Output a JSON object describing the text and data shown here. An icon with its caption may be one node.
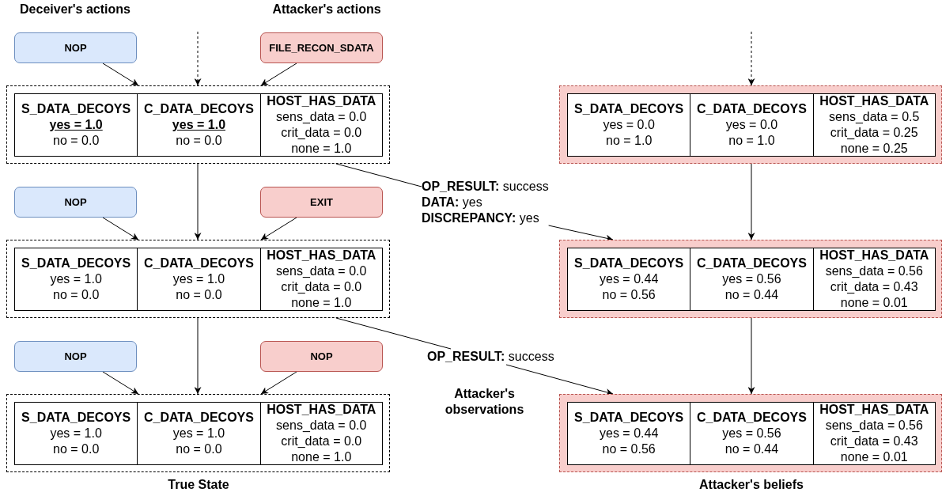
{
  "diagram": {
    "nodes": [
      {
        "text": [
          "NOP"
        ]
      },
      {
        "text": [
          "FILE_RECON_SDATA"
        ]
      },
      {
        "text": [],
        "shape": "box"
      },
      {
        "text": [
          "S_DATA_DECOYS",
          "yes = 1.0",
          "no = 0.0"
        ],
        "in": 2
      },
      {
        "text": [
          "C_DATA_DECOYS",
          "yes = 1.0",
          "no = 0.0"
        ],
        "in": 2
      },
      {
        "text": [
          "HOST_HAS_DATA",
          "sens_data = 0.0",
          "crit_data = 0.0",
          "none = 1.0"
        ],
        "in": 2
      },
      {
        "text": [],
        "shape": "box"
      },
      {
        "text": [
          "S_DATA_DECOYS",
          "yes = 0.0",
          "no = 1.0"
        ],
        "in": 6
      },
      {
        "text": [
          "C_DATA_DECOYS",
          "yes = 0.0",
          "no = 1.0"
        ],
        "in": 6
      },
      {
        "text": [
          "HOST_HAS_DATA",
          "sens_data = 0.5",
          "crit_data = 0.25",
          "none = 0.25"
        ],
        "in": 6
      },
      {
        "text": [
          "NOP"
        ]
      },
      {
        "text": [
          "EXIT"
        ]
      },
      {
        "text": [
          "**OP_RESULT:** success",
          "**DATA:** yes",
          "**DISCREPANCY:** yes"
        ]
      },
      {
        "text": [],
        "shape": "box"
      },
      {
        "text": [
          "S_DATA_DECOYS",
          "yes = 1.0",
          "no = 0.0"
        ],
        "in": 13
      },
      {
        "text": [
          "C_DATA_DECOYS",
          "yes = 1.0",
          "no = 0.0"
        ],
        "in": 13
      },
      {
        "text": [
          "HOST_HAS_DATA",
          "sens_data = 0.0",
          "crit_data = 0.0",
          "none = 1.0"
        ],
        "in": 13
      },
      {
        "text": [],
        "shape": "box"
      },
      {
        "text": [
          "S_DATA_DECOYS",
          "yes = 0.44",
          "no = 0.56"
        ],
        "in": 17
      },
      {
        "text": [
          "C_DATA_DECOYS",
          "yes = 0.56",
          "no = 0.44"
        ],
        "in": 17
      },
      {
        "text": [
          "HOST_HAS_DATA",
          "sens_data = 0.56",
          "crit_data = 0.43",
          "none = 0.01"
        ],
        "in": 17
      },
      {
        "text": [
          "NOP"
        ]
      },
      {
        "text": [
          "NOP"
        ]
      },
      {
        "text": [
          "**OP_RESULT:** success"
        ]
      },
      {
        "text": [],
        "shape": "box"
      },
      {
        "text": [
          "S_DATA_DECOYS",
          "yes = 1.0",
          "no = 0.0"
        ],
        "in": 24
      },
      {
        "text": [
          "C_DATA_DECOYS",
          "yes = 1.0",
          "no = 0.0"
        ],
        "in": 24
      },
      {
        "text": [
          "HOST_HAS_DATA",
          "sens_data = 0.0",
          "crit_data = 0.0",
          "none = 1.0"
        ],
        "in": 24
      },
      {
        "text": [],
        "shape": "box"
      },
      {
        "text": [
          "S_DATA_DECOYS",
          "yes = 0.44",
          "no = 0.56"
        ],
        "in": 28
      },
      {
        "text": [
          "C_DATA_DECOYS",
          "yes = 0.56",
          "no = 0.44"
        ],
        "in": 28
      },
      {
        "text": [
          "HOST_HAS_DATA",
          "sens_data = 0.56",
          "crit_data = 0.43",
          "none = 0.01"
        ],
        "in": 28
      }
    ],
    "edges": [
      {
        "from": null,
        "to": 2,
        "arrow": "to",
        "style": "dashed"
      },
      {
        "from": 0,
        "to": 2,
        "arrow": "to"
      },
      {
        "from": 1,
        "to": 2,
        "arrow": "to"
      },
      {
        "from": null,
        "to": 6,
        "arrow": "to",
        "style": "dashed"
      },
      {
        "from": 2,
        "to": 13,
        "arrow": "to"
      },
      {
        "from": 6,
        "to": 17,
        "arrow": "to"
      },
      {
        "from": 2,
        "to": 12,
        "arrow": "none"
      },
      {
        "from": 12,
        "to": 17,
        "arrow": "to"
      },
      {
        "from": 10,
        "to": 13,
        "arrow": "to"
      },
      {
        "from": 11,
        "to": 13,
        "arrow": "to"
      },
      {
        "from": 13,
        "to": 24,
        "arrow": "to"
      },
      {
        "from": 17,
        "to": 28,
        "arrow": "to"
      },
      {
        "from": 13,
        "to": 23,
        "arrow": "none"
      },
      {
        "from": 23,
        "to": 28,
        "arrow": "to"
      },
      {
        "from": 21,
        "to": 24,
        "arrow": "to"
      },
      {
        "from": 22,
        "to": 24,
        "arrow": "to"
      }
    ],
    "labels": [
      "Deceiver's actions",
      "Attacker's actions",
      "Attacker's observations",
      "True State",
      "Attacker's beliefs"
    ]
  }
}
